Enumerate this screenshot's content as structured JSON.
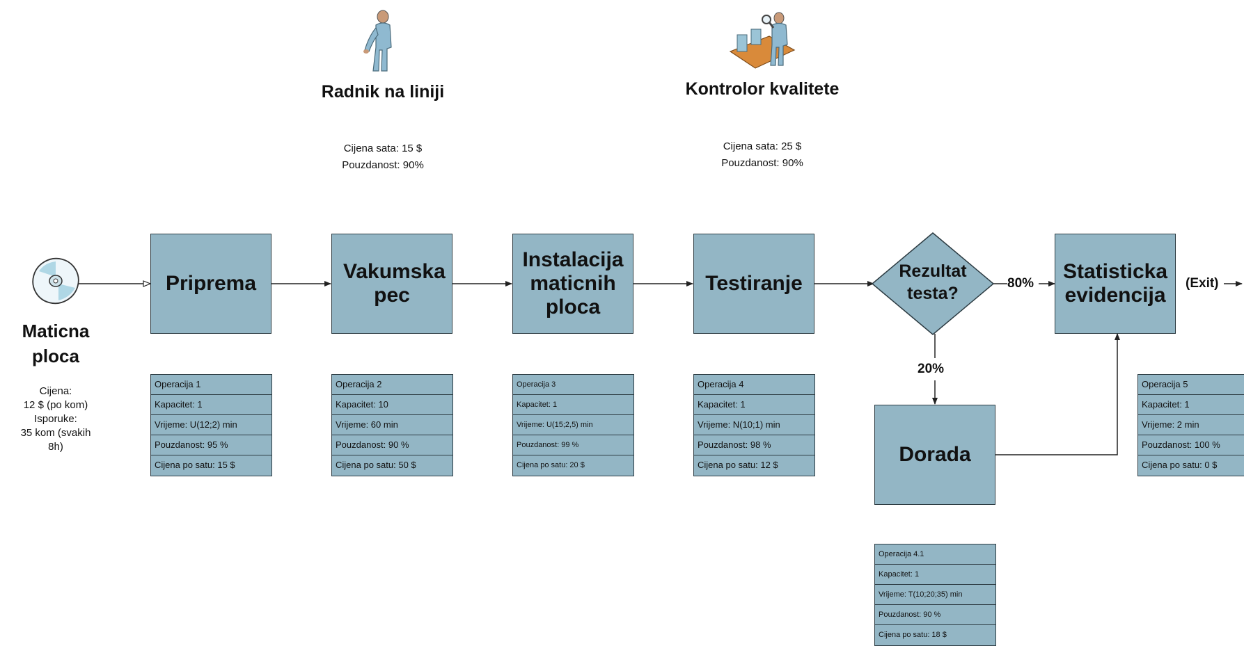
{
  "roles": [
    {
      "title": "Radnik na liniji",
      "line1": "Cijena sata: 15 $",
      "line2": "Pouzdanost: 90%",
      "icon": "worker-icon"
    },
    {
      "title": "Kontrolor kvalitete",
      "line1": "Cijena sata: 25 $",
      "line2": "Pouzdanost: 90%",
      "icon": "quality-inspector-icon"
    }
  ],
  "source": {
    "title_line1": "Maticna",
    "title_line2": "ploca",
    "details": [
      "Cijena:",
      "12 $ (po kom)",
      "Isporuke:",
      "35 kom (svakih",
      "8h)"
    ],
    "icon": "disc-icon"
  },
  "processes": [
    {
      "label": "Priprema",
      "info": [
        "Operacija 1",
        "Kapacitet: 1",
        "Vrijeme: U(12;2) min",
        "Pouzdanost: 95 %",
        "Cijena po satu: 15 $"
      ]
    },
    {
      "label": "Vakumska pec",
      "info": [
        "Operacija 2",
        "Kapacitet: 10",
        "Vrijeme: 60 min",
        "Pouzdanost: 90 %",
        "Cijena po satu: 50 $"
      ]
    },
    {
      "label": "Instalacija maticnih ploca",
      "info": [
        "Operacija 3",
        "Kapacitet: 1",
        "Vrijeme: U(15;2,5) min",
        "Pouzdanost: 99 %",
        "Cijena po satu: 20 $"
      ]
    },
    {
      "label": "Testiranje",
      "info": [
        "Operacija 4",
        "Kapacitet: 1",
        "Vrijeme: N(10;1) min",
        "Pouzdanost: 98 %",
        "Cijena po satu: 12 $"
      ]
    },
    {
      "label": "Statisticka evidencija",
      "info": [
        "Operacija 5",
        "Kapacitet: 1",
        "Vrijeme: 2 min",
        "Pouzdanost: 100 %",
        "Cijena po satu: 0 $"
      ]
    },
    {
      "label": "Dorada",
      "info": [
        "Operacija 4.1",
        "Kapacitet: 1",
        "Vrijeme: T(10;20;35) min",
        "Pouzdanost: 90 %",
        "Cijena po satu: 18 $"
      ]
    }
  ],
  "decision": {
    "label": "Rezultat testa?",
    "yes_pct": "80%",
    "no_pct": "20%"
  },
  "exit_label": "(Exit)",
  "colors": {
    "box": "#93b6c5",
    "border": "#2c3b42",
    "line": "#222222"
  }
}
